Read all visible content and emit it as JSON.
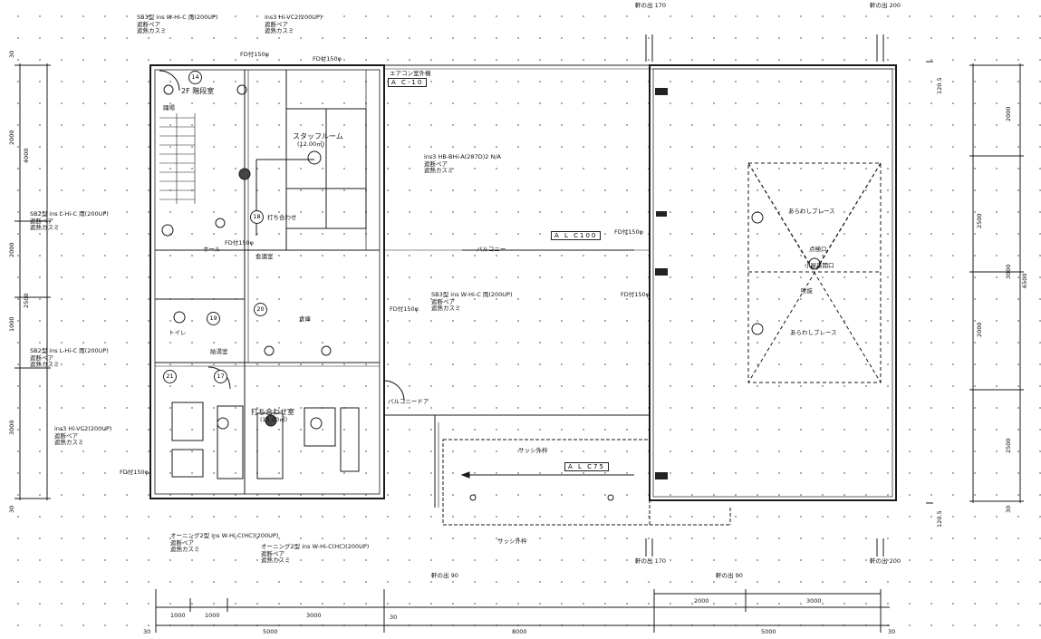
{
  "top": {
    "lines": [
      {
        "text": "SB3型 ins W-Hi-C 雨(200UP)\n遮断ペア\n遮熱カスミ"
      },
      {
        "text": "ins3 Hi-VC2(200UP)\n遮断ペア\n遮熱カスミ"
      },
      {
        "text": "軒の出 170"
      },
      {
        "text": "軒の出 200"
      },
      {
        "text": "FD付150φ"
      },
      {
        "text": "FD付150φ"
      }
    ]
  },
  "rooms": {
    "stair": "2F 階段室",
    "landing": "踊場",
    "staff_room": "スタッフルーム",
    "staff_area": "(12.00㎡)",
    "hall": "ホール",
    "storage": "倉庫",
    "meeting": "打ち合わせ",
    "utility": "会議室",
    "meeting_room": "打ち合わせ室",
    "meeting_area": "(15.00㎡)",
    "balcony": "バルコニー",
    "balcony_door": "バルコニードア",
    "toilet": "トイレ",
    "kitchen": "給湯室"
  },
  "badges": {
    "ac10_top": "A C-10",
    "alc100": "A L C100",
    "alc75": "A L C75",
    "air_box": "エアコン室外機"
  },
  "labels": {
    "center_spec": "ins3 HB-BHi-A(287D)2 N/A\n遮断ペア\n遮熱カスミ",
    "mid_spec": "SB3型 ins W-Hi-C 雨(200UP)\n遮断ペア\n遮熱カスミ",
    "left_spec1": "SB2型 ins L-Hi-C 雨(200UP)\n遮断ペア\n遮熱カスミ",
    "left_spec2": "SB2型 ins L-Hi-C 雨(200UP)\n遮断ペア\n遮熱カスミ",
    "left_spec3": "ins3 Hi-VC2(200UP)\n遮断ペア\n遮熱カスミ",
    "bottom_spec1": "オーニング2型 ins W-Hi-C(HC)(200UP)\n遮断ペア\n遮熱カスミ",
    "bottom_spec2": "オーニング2型 ins W-Hi-C(HC)(200UP)\n遮断ペア\n遮熱カスミ",
    "fd1": "FD付150φ",
    "fd2": "FD付150φ",
    "fd3": "FD付150φ",
    "fd4": "FD付150φ",
    "fd5": "FD付150φ",
    "sash": "サッシ外枠",
    "sash2": "サッシ外枠",
    "brace1": "あらわしブレース",
    "brace2": "あらわしブレース",
    "hatch": "点検口",
    "roof_opening": "小屋裏開口",
    "loft": "吹抜",
    "eave_left": "軒の出 90",
    "eave_mid": "軒の出 170",
    "eave_right": "軒の出 200",
    "eave_btm_mid": "軒の出 90"
  },
  "dims": {
    "bottom_row1": [
      "1000",
      "1000",
      "3000",
      "2000",
      "3000"
    ],
    "bottom_row2": [
      "30",
      "5000",
      "30",
      "8000",
      "5000",
      "30"
    ],
    "left": [
      "30",
      "4000",
      "2000",
      "2000",
      "1000",
      "2500",
      "3000",
      "30"
    ],
    "right": [
      "120.5",
      "2000",
      "2500",
      "3000",
      "6500",
      "2000",
      "2500",
      "120.5",
      "30"
    ]
  },
  "circles": [
    "14",
    "18",
    "19",
    "20",
    "17",
    "21"
  ]
}
